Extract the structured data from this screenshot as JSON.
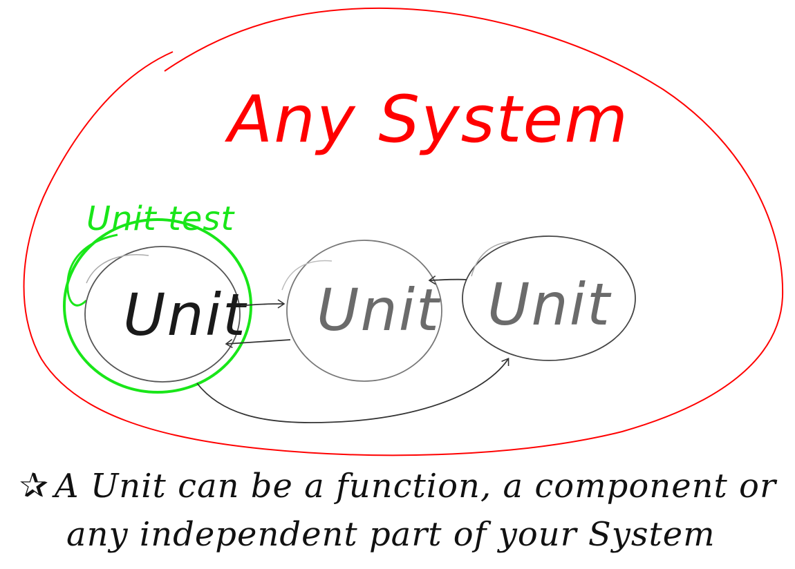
{
  "system": {
    "label": "Any System",
    "color": "#ff0000"
  },
  "unit_test": {
    "label": "Unit test",
    "color": "#19e619"
  },
  "units": [
    {
      "label": "Unit"
    },
    {
      "label": "Unit"
    },
    {
      "label": "Unit"
    }
  ],
  "note": {
    "star": "✰",
    "line1": "A Unit can be a function, a component or",
    "line2": "any independent part of your System"
  }
}
